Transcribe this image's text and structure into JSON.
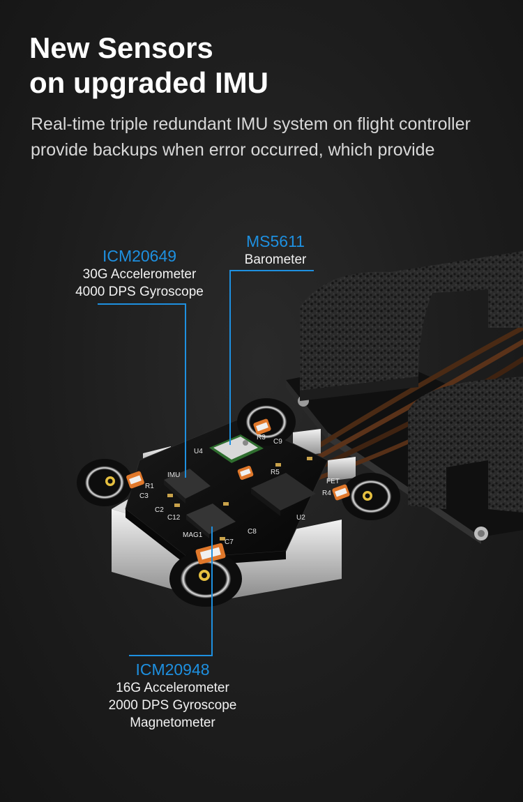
{
  "header": {
    "title_line1": "New Sensors",
    "title_line2": "on upgraded IMU",
    "subtitle_line1": "Real-time triple redundant IMU system on flight controller",
    "subtitle_line2": "provide backups when error occurred, which provide"
  },
  "board": {
    "silkscreen": [
      "U4",
      "R3",
      "C9",
      "IMU",
      "R1",
      "C3",
      "C2",
      "C12",
      "R5",
      "R4",
      "FET",
      "U2",
      "MAG1",
      "C8",
      "C7"
    ]
  },
  "callouts": {
    "icm20649": {
      "name": "ICM20649",
      "spec1": "30G Accelerometer",
      "spec2": "4000 DPS Gyroscope"
    },
    "ms5611": {
      "name": "MS5611",
      "spec1": "Barometer"
    },
    "icm20948": {
      "name": "ICM20948",
      "spec1": "16G Accelerometer",
      "spec2": "2000 DPS Gyroscope",
      "spec3": "Magnetometer"
    }
  },
  "colors": {
    "accent": "#1e90e0",
    "background": "#1d1d1d",
    "pcb": "#0d0d0d",
    "chip_label": "#1e90e0"
  }
}
